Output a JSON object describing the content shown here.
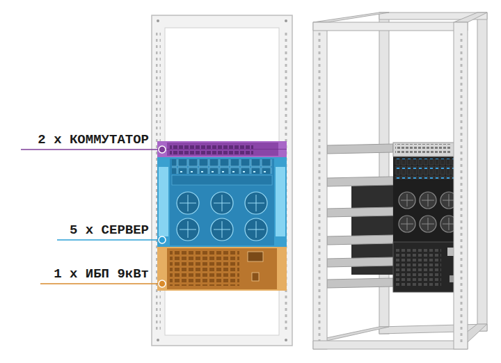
{
  "diagram": {
    "labels": [
      "2 x КОММУТАТОР",
      "5 x СЕРВЕР",
      "1 x ИБП 9кВт"
    ]
  }
}
